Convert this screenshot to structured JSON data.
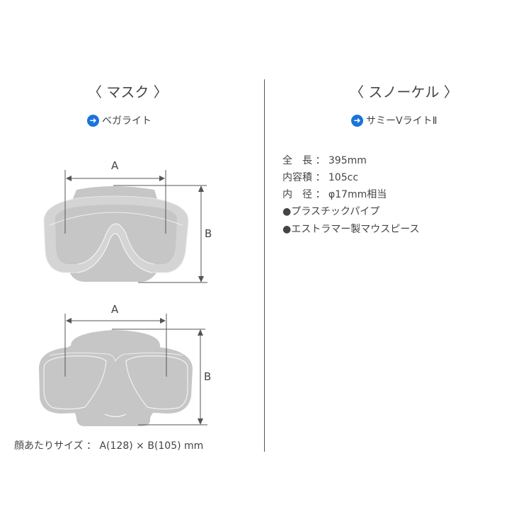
{
  "mask": {
    "heading": "〈 マスク 〉",
    "link_label": "ベガライト",
    "diagram1": {
      "label_a": "A",
      "label_b": "B"
    },
    "diagram2": {
      "label_a": "A",
      "label_b": "B"
    },
    "caption": "顔あたりサイズ ： A(128) × B(105) mm"
  },
  "snorkel": {
    "heading": "〈 スノーケル 〉",
    "link_label": "サミーVライトⅡ",
    "specs": [
      "全　長 ： 395mm",
      "内容積 ： 105cc",
      "内　径 ： φ17mm相当",
      "●プラスチックパイプ",
      "●エストラマー製マウスピース"
    ]
  },
  "colors": {
    "accent": "#1a73d9",
    "mask_gray": "#c6c6c6",
    "line": "#555555"
  }
}
